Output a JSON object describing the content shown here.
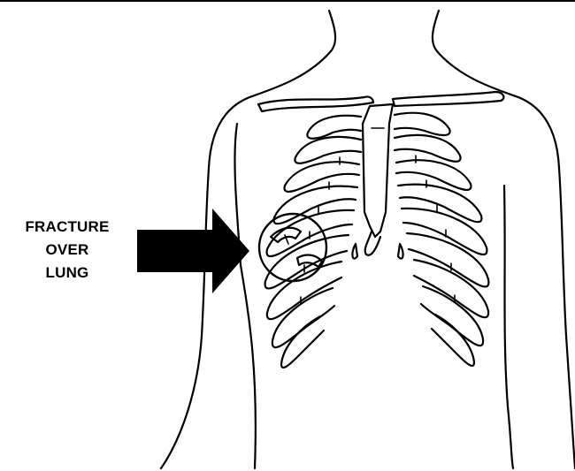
{
  "callout": {
    "lines": [
      "FRACTURE",
      "OVER",
      "LUNG"
    ]
  },
  "colors": {
    "ink": "#000000",
    "background": "#ffffff"
  }
}
